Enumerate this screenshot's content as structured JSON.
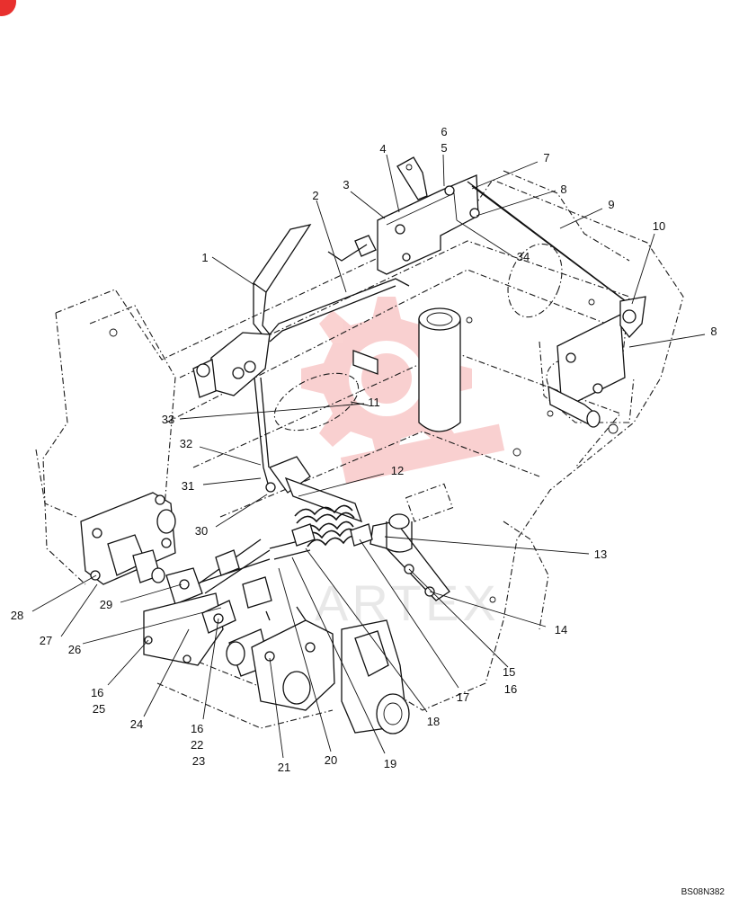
{
  "diagram": {
    "ref_code": "BS08N382",
    "watermark_text": "ARTEX",
    "watermark_color": "#e8302e",
    "callouts": [
      {
        "id": "c1",
        "lines": [
          "1"
        ]
      },
      {
        "id": "c2",
        "lines": [
          "2"
        ]
      },
      {
        "id": "c3",
        "lines": [
          "3"
        ]
      },
      {
        "id": "c4",
        "lines": [
          "4"
        ]
      },
      {
        "id": "c5",
        "lines": [
          "5"
        ]
      },
      {
        "id": "c6",
        "lines": [
          "6"
        ]
      },
      {
        "id": "c7",
        "lines": [
          "7"
        ]
      },
      {
        "id": "c8a",
        "lines": [
          "8"
        ]
      },
      {
        "id": "c8b",
        "lines": [
          "8"
        ]
      },
      {
        "id": "c9",
        "lines": [
          "9"
        ]
      },
      {
        "id": "c10",
        "lines": [
          "10"
        ]
      },
      {
        "id": "c11",
        "lines": [
          "11"
        ]
      },
      {
        "id": "c12",
        "lines": [
          "12"
        ]
      },
      {
        "id": "c13",
        "lines": [
          "13"
        ]
      },
      {
        "id": "c14",
        "lines": [
          "14"
        ]
      },
      {
        "id": "c15",
        "lines": [
          "15",
          "16"
        ]
      },
      {
        "id": "c16a",
        "lines": [
          "16",
          "25"
        ]
      },
      {
        "id": "c16b",
        "lines": [
          "16",
          "22",
          "23"
        ]
      },
      {
        "id": "c17",
        "lines": [
          "17"
        ]
      },
      {
        "id": "c18",
        "lines": [
          "18"
        ]
      },
      {
        "id": "c19",
        "lines": [
          "19"
        ]
      },
      {
        "id": "c20",
        "lines": [
          "20"
        ]
      },
      {
        "id": "c21",
        "lines": [
          "21"
        ]
      },
      {
        "id": "c24",
        "lines": [
          "24"
        ]
      },
      {
        "id": "c26",
        "lines": [
          "26"
        ]
      },
      {
        "id": "c27",
        "lines": [
          "27"
        ]
      },
      {
        "id": "c28",
        "lines": [
          "28"
        ]
      },
      {
        "id": "c29",
        "lines": [
          "29"
        ]
      },
      {
        "id": "c30",
        "lines": [
          "30"
        ]
      },
      {
        "id": "c31",
        "lines": [
          "31"
        ]
      },
      {
        "id": "c32",
        "lines": [
          "32"
        ]
      },
      {
        "id": "c33",
        "lines": [
          "33"
        ]
      },
      {
        "id": "c34",
        "lines": [
          "34"
        ]
      }
    ]
  }
}
